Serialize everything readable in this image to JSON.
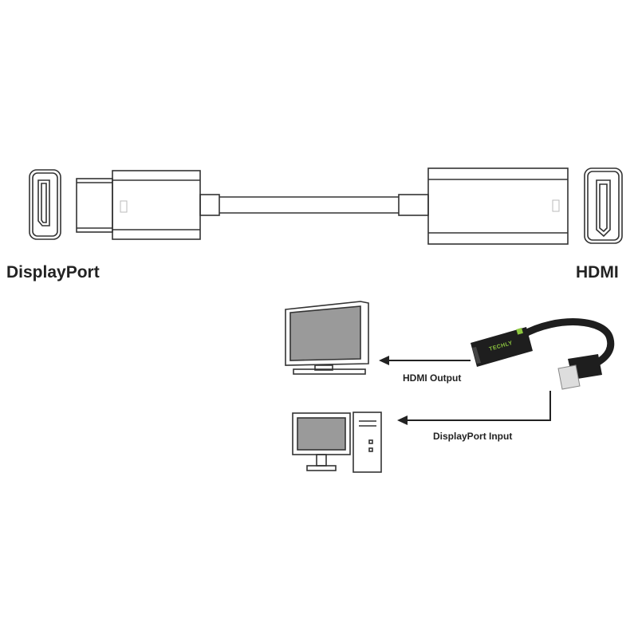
{
  "labels": {
    "left_port": "DisplayPort",
    "right_port": "HDMI",
    "hdmi_output": "HDMI Output",
    "displayport_input": "DisplayPort Input"
  },
  "adapter_brand": "TECHLY",
  "colors": {
    "line": "#333333",
    "screen": "#9a9a9a",
    "adapter": "#1e1e1e",
    "brand_green": "#8dc63f"
  }
}
